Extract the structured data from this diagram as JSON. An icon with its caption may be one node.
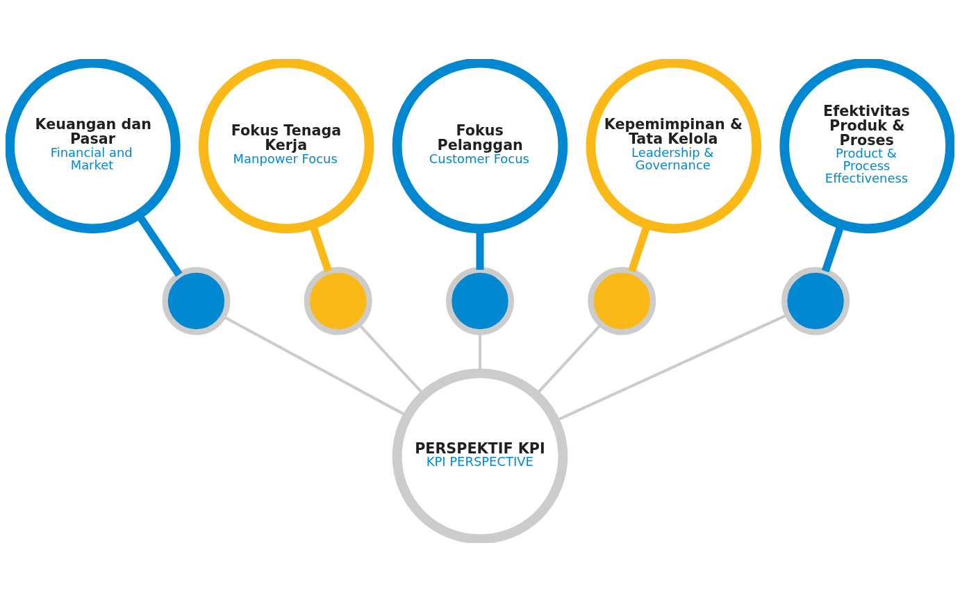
{
  "diagram": {
    "nodes": [
      {
        "text": [
          "Keuangan dan Pasar",
          "Financial and Market"
        ]
      },
      {
        "text": [
          "Fokus Tenaga Kerja",
          "Manpower Focus"
        ]
      },
      {
        "text": [
          "Fokus Pelanggan",
          "Customer Focus"
        ]
      },
      {
        "text": [
          "Kepemimpinan & Tata Kelola",
          "Leadership & Governance"
        ]
      },
      {
        "text": [
          "Efektivitas Produk & Proses",
          "Product & Process Effectiveness"
        ]
      },
      {
        "text": [],
        "shape": "circle"
      },
      {
        "text": [],
        "shape": "circle"
      },
      {
        "text": [],
        "shape": "circle"
      },
      {
        "text": [],
        "shape": "circle"
      },
      {
        "text": [],
        "shape": "circle"
      },
      {
        "text": [
          "PERSPEKTIF KPI",
          "KPI PERSPECTIVE"
        ]
      }
    ],
    "edges": [
      {
        "from": 0,
        "to": 5,
        "arrow": "none",
        "style": "thick",
        "color": "#0288d1"
      },
      {
        "from": 1,
        "to": 6,
        "arrow": "none",
        "style": "thick",
        "color": "#fbb917"
      },
      {
        "from": 2,
        "to": 7,
        "arrow": "none",
        "style": "thick",
        "color": "#0288d1"
      },
      {
        "from": 3,
        "to": 8,
        "arrow": "none",
        "style": "thick",
        "color": "#fbb917"
      },
      {
        "from": 4,
        "to": 9,
        "arrow": "none",
        "style": "thick",
        "color": "#0288d1"
      },
      {
        "from": 5,
        "to": 10,
        "arrow": "none",
        "color": "#cccccc"
      },
      {
        "from": 6,
        "to": 10,
        "arrow": "none",
        "color": "#cccccc"
      },
      {
        "from": 7,
        "to": 10,
        "arrow": "none",
        "color": "#cccccc"
      },
      {
        "from": 8,
        "to": 10,
        "arrow": "none",
        "color": "#cccccc"
      },
      {
        "from": 9,
        "to": 10,
        "arrow": "none",
        "color": "#cccccc"
      }
    ]
  }
}
